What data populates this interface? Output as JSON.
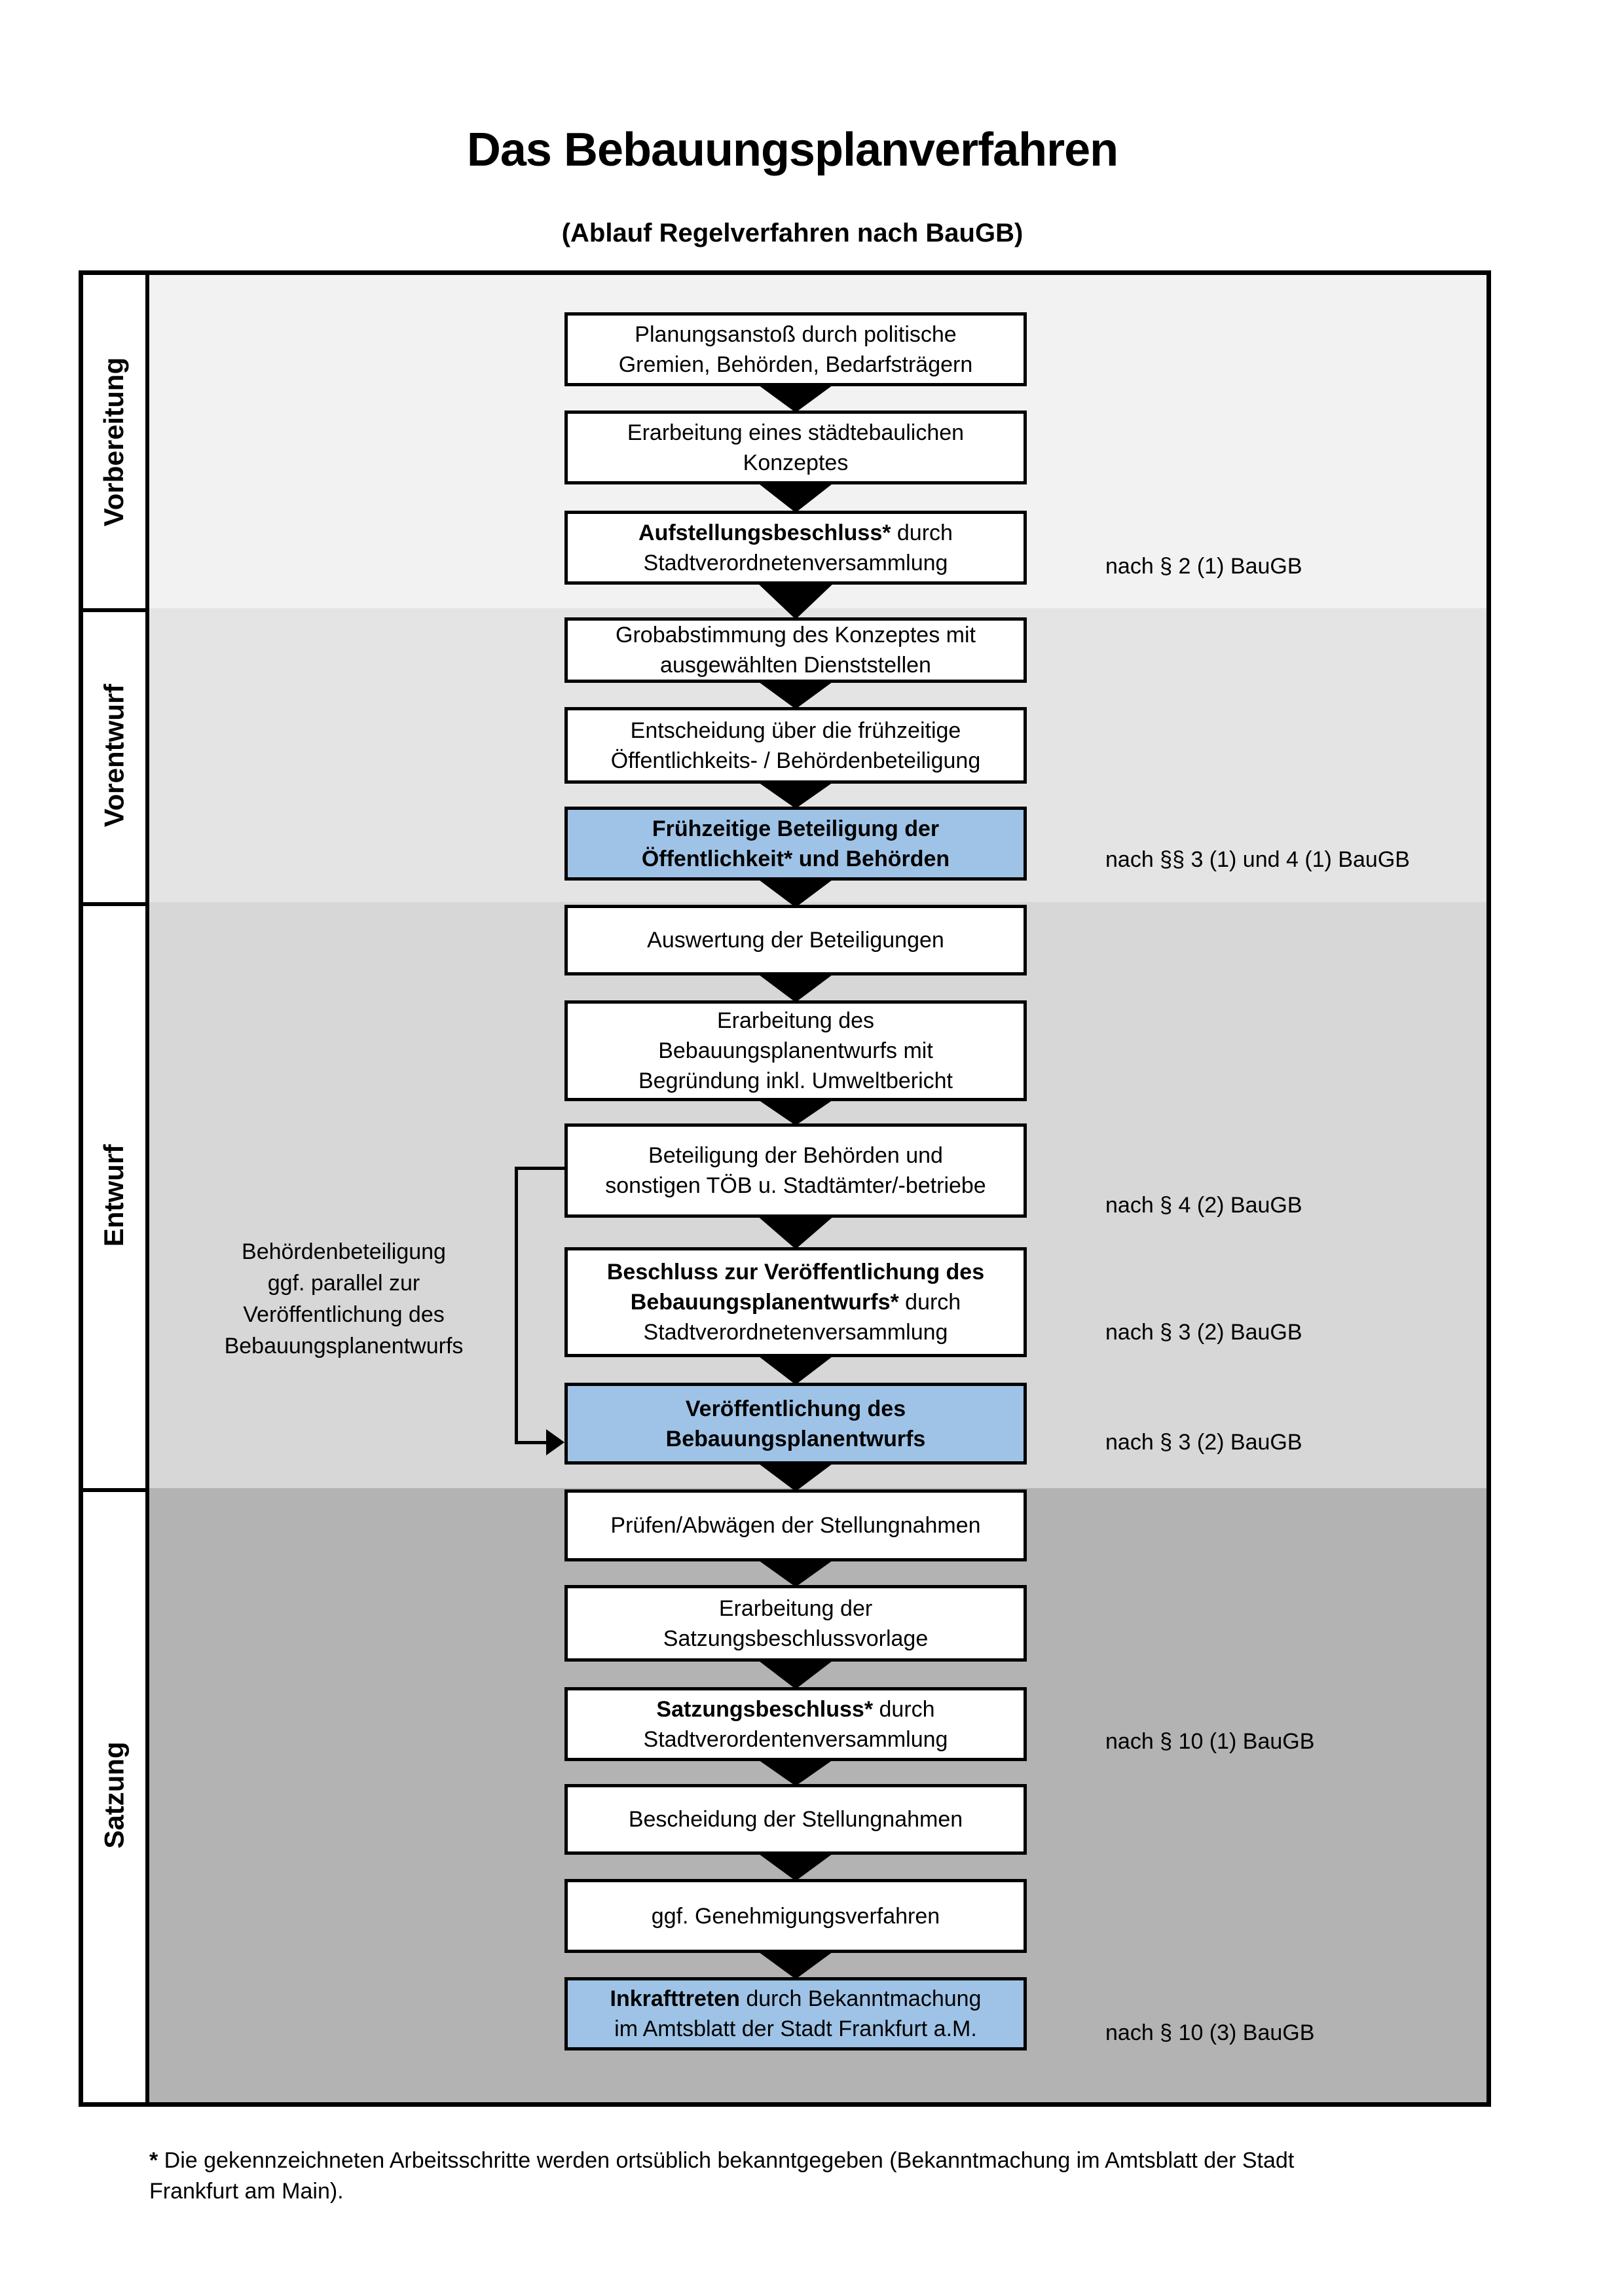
{
  "page": {
    "title": "Das Bebauungsplanverfahren",
    "subtitle": "(Ablauf Regelverfahren nach BauGB)"
  },
  "colors": {
    "highlight_box": "#9ec3e6",
    "band_vorbereitung": "#f2f2f2",
    "band_vorentwurf": "#e4e4e4",
    "band_entwurf": "#d7d7d7",
    "band_satzung": "#b3b3b3",
    "line": "#000000"
  },
  "sections": [
    {
      "label": "Vorbereitung"
    },
    {
      "label": "Vorentwurf"
    },
    {
      "label": "Entwurf"
    },
    {
      "label": "Satzung"
    }
  ],
  "flow": {
    "boxes": [
      {
        "lines": [
          {
            "t": "Planungsanstoß durch politische"
          },
          {
            "t": "Gremien, Behörden, Bedarfsträgern"
          }
        ]
      },
      {
        "lines": [
          {
            "t": "Erarbeitung eines städtebaulichen"
          },
          {
            "t": "Konzeptes"
          }
        ]
      },
      {
        "lines": [
          {
            "b": "Aufstellungsbeschluss*",
            "t": " durch"
          },
          {
            "t": "Stadtverordnetenversammlung"
          }
        ]
      },
      {
        "lines": [
          {
            "t": "Grobabstimmung des Konzeptes mit"
          },
          {
            "t": "ausgewählten Dienststellen"
          }
        ]
      },
      {
        "lines": [
          {
            "t": "Entscheidung über die frühzeitige"
          },
          {
            "t": "Öffentlichkeits- / Behördenbeteiligung"
          }
        ]
      },
      {
        "highlight": true,
        "lines": [
          {
            "b": "Frühzeitige Beteiligung der"
          },
          {
            "b": "Öffentlichkeit* und Behörden"
          }
        ]
      },
      {
        "lines": [
          {
            "t": "Auswertung der Beteiligungen"
          }
        ]
      },
      {
        "lines": [
          {
            "t": "Erarbeitung des"
          },
          {
            "t": "Bebauungsplanentwurfs mit"
          },
          {
            "t": "Begründung inkl. Umweltbericht"
          }
        ]
      },
      {
        "lines": [
          {
            "t": "Beteiligung der Behörden und"
          },
          {
            "t": "sonstigen TÖB u. Stadtämter/-betriebe"
          }
        ]
      },
      {
        "lines": [
          {
            "b": "Beschluss zur Veröffentlichung des"
          },
          {
            "b": "Bebauungsplanentwurfs*",
            "t": " durch"
          },
          {
            "t": "Stadtverordnetenversammlung"
          }
        ]
      },
      {
        "highlight": true,
        "lines": [
          {
            "b": "Veröffentlichung des"
          },
          {
            "b": "Bebauungsplanentwurfs"
          }
        ]
      },
      {
        "lines": [
          {
            "t": "Prüfen/Abwägen der Stellungnahmen"
          }
        ]
      },
      {
        "lines": [
          {
            "t": "Erarbeitung der"
          },
          {
            "t": "Satzungsbeschlussvorlage"
          }
        ]
      },
      {
        "lines": [
          {
            "b": "Satzungsbeschluss*",
            "t": " durch"
          },
          {
            "t": "Stadtverordentenversammlung"
          }
        ]
      },
      {
        "lines": [
          {
            "t": "Bescheidung der Stellungnahmen"
          }
        ]
      },
      {
        "lines": [
          {
            "t": "ggf. Genehmigungsverfahren"
          }
        ]
      },
      {
        "highlight": true,
        "lines": [
          {
            "b": "Inkrafttreten",
            "t": " durch Bekanntmachung"
          },
          {
            "t": "im Amtsblatt der Stadt Frankfurt a.M."
          }
        ]
      }
    ]
  },
  "annotations": [
    {
      "text": "nach § 2 (1) BauGB"
    },
    {
      "text": "nach §§ 3 (1) und 4 (1) BauGB"
    },
    {
      "text": "nach § 4 (2) BauGB"
    },
    {
      "text": "nach § 3 (2) BauGB"
    },
    {
      "text": "nach § 3 (2) BauGB"
    },
    {
      "text": "nach § 10 (1) BauGB"
    },
    {
      "text": "nach § 10 (3) BauGB"
    }
  ],
  "side_note": {
    "lines": [
      "Behördenbeteiligung",
      "ggf. parallel zur",
      "Veröffentlichung des",
      "Bebauungsplanentwurfs"
    ]
  },
  "footnote": {
    "marker": "*",
    "line1": " Die gekennzeichneten Arbeitsschritte werden ortsüblich bekanntgegeben (Bekanntmachung im Amtsblatt  der Stadt",
    "line2": "Frankfurt am Main)."
  }
}
